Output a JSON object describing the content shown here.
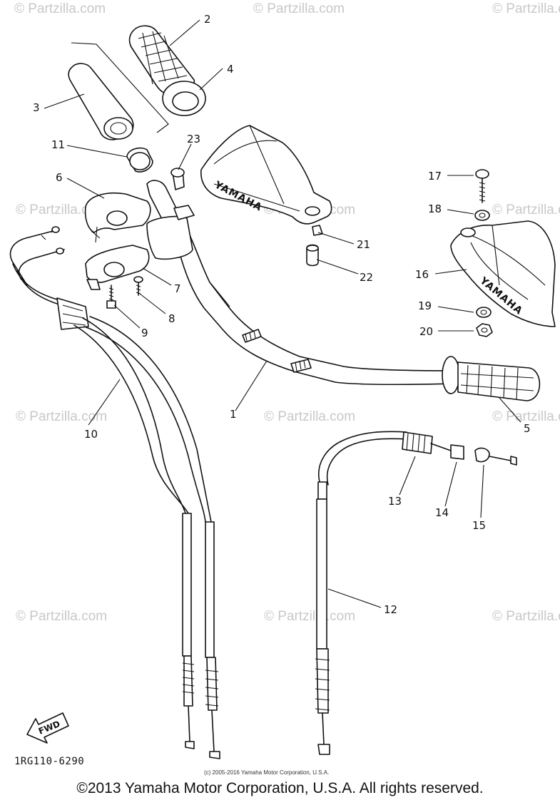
{
  "watermark": "© Partzilla.com",
  "diagram_code": "1RG110-6290",
  "small_copyright": "(c) 2005-2016 Yamaha Motor Corporation, U.S.A.",
  "footer_copyright": "©2013 Yamaha Motor Corporation, U.S.A. All rights reserved.",
  "guard_brand": "YAMAHA",
  "direction_label": "FWD",
  "callouts": [
    "1",
    "2",
    "3",
    "4",
    "5",
    "6",
    "7",
    "8",
    "9",
    "10",
    "11",
    "12",
    "13",
    "14",
    "15",
    "16",
    "17",
    "18",
    "19",
    "20",
    "21",
    "22",
    "23"
  ]
}
